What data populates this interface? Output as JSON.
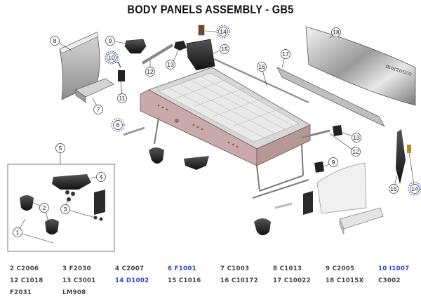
{
  "title": "BODY PANELS ASSEMBLY - GB5",
  "callouts": {
    "c1": "1",
    "c2": "2",
    "c3": "3",
    "c4": "4",
    "c5": "5",
    "c6": "6",
    "c7": "7",
    "c8": "8",
    "c9a": "9",
    "c9b": "9",
    "c10": "10",
    "c11": "11",
    "c12a": "12",
    "c12b": "12",
    "c13a": "13",
    "c13b": "13",
    "c14a": "14",
    "c14b": "14",
    "c15a": "15",
    "c15b": "15",
    "c16": "16",
    "c17": "17",
    "c18": "18"
  },
  "watermark": "marzocco",
  "legend": [
    {
      "label": "2 C2006",
      "highlight": false
    },
    {
      "label": "3 F2030",
      "highlight": false
    },
    {
      "label": "4 C2007",
      "highlight": false
    },
    {
      "label": "6 F1001",
      "highlight": true
    },
    {
      "label": "7 C1003",
      "highlight": false
    },
    {
      "label": "8 C1013",
      "highlight": false
    },
    {
      "label": "9 C2005",
      "highlight": false
    },
    {
      "label": "10 I1007",
      "highlight": true
    },
    {
      "label": "12 C1018",
      "highlight": false
    },
    {
      "label": "13 C3001",
      "highlight": false
    },
    {
      "label": "14 D1002",
      "highlight": true
    },
    {
      "label": "15 C1016",
      "highlight": false
    },
    {
      "label": "16 C10172",
      "highlight": false
    },
    {
      "label": "17 C10022",
      "highlight": false
    },
    {
      "label": "18 C1015X",
      "highlight": false
    },
    {
      "label": "C3002",
      "highlight": false
    },
    {
      "label": "F2031",
      "highlight": false
    },
    {
      "label": "LM908",
      "highlight": false
    }
  ],
  "colors": {
    "highlight": "#2f45c8",
    "legend_text": "#444444",
    "body_panel": "#c9a9aa",
    "part_dark": "#2a2a2a",
    "metal_light": "#dcdcdc"
  }
}
